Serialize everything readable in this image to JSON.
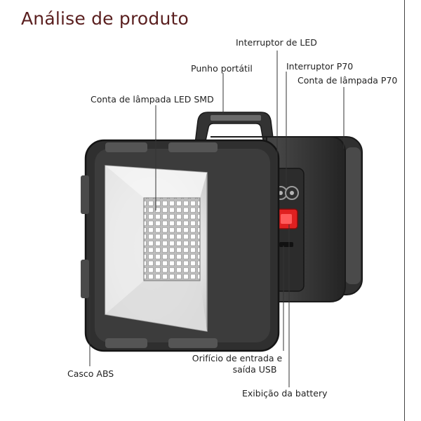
{
  "title": "Análise de produto",
  "labels": {
    "led_switch": "Interruptor de LED",
    "handle": "Punho portátil",
    "p70_switch": "Interruptor P70",
    "p70_bead": "Conta de lâmpada P70",
    "smd_bead": "Conta de lâmpada LED SMD",
    "abs_shell": "Casco ABS",
    "usb_line1": "Orifício de entrada e",
    "usb_line2": "saída USB",
    "battery": "Exibição da battery"
  },
  "colors": {
    "title": "#5a1f1f",
    "body_dark": "#2b2b2b",
    "body_mid": "#3d3d3d",
    "indicator": "#e02020"
  }
}
